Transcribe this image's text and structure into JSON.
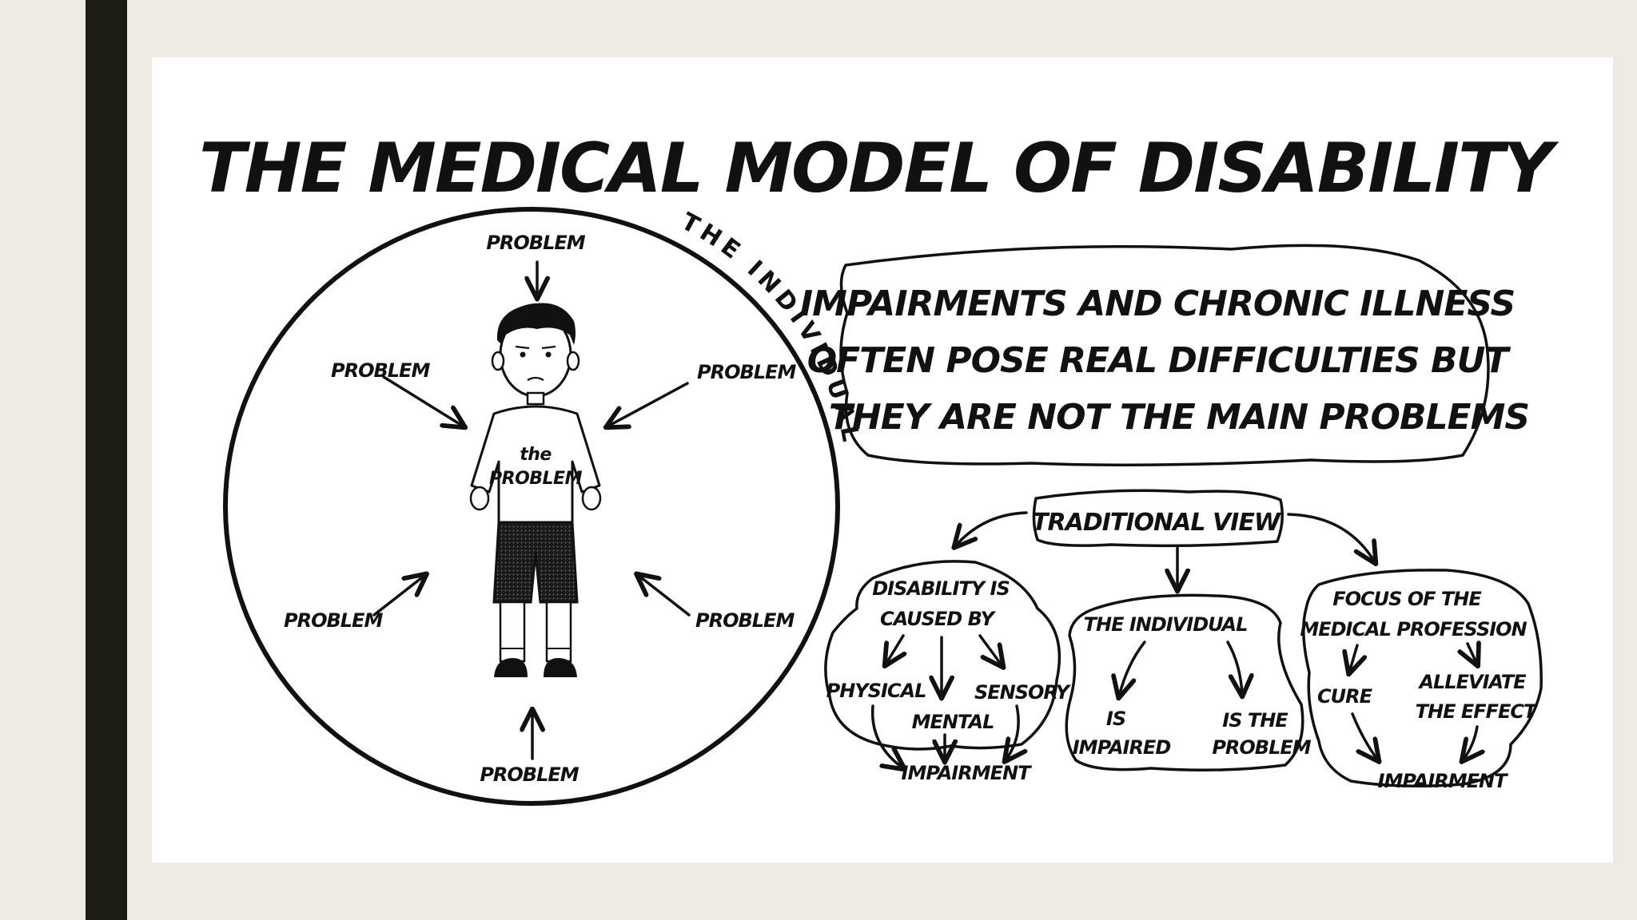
{
  "title": "THE MEDICAL MODEL OF DISABILITY",
  "circle_label": "THE INDIVIDUAL",
  "problem_label": "PROBLEM",
  "shirt_text": {
    "line1": "the",
    "line2": "PROBLEM"
  },
  "statement": {
    "line1": "IMPAIRMENTS AND CHRONIC ILLNESS",
    "line2": "OFTEN POSE REAL DIFFICULTIES BUT",
    "line3": "THEY ARE NOT THE MAIN PROBLEMS"
  },
  "traditional_view": "TRADITIONAL VIEW",
  "cause_box": {
    "line1": "DISABILITY IS",
    "line2": "CAUSED BY",
    "physical": "PHYSICAL",
    "mental": "MENTAL",
    "sensory": "SENSORY",
    "impairment": "IMPAIRMENT"
  },
  "individual_box": {
    "title": "THE INDIVIDUAL",
    "left1": "IS",
    "left2": "IMPAIRED",
    "right1": "IS THE",
    "right2": "PROBLEM"
  },
  "focus_box": {
    "line1": "FOCUS OF THE",
    "line2": "MEDICAL PROFESSION",
    "cure": "CURE",
    "alleviate1": "ALLEVIATE",
    "alleviate2": "THE EFFECT",
    "impairment": "IMPAIRMENT"
  }
}
